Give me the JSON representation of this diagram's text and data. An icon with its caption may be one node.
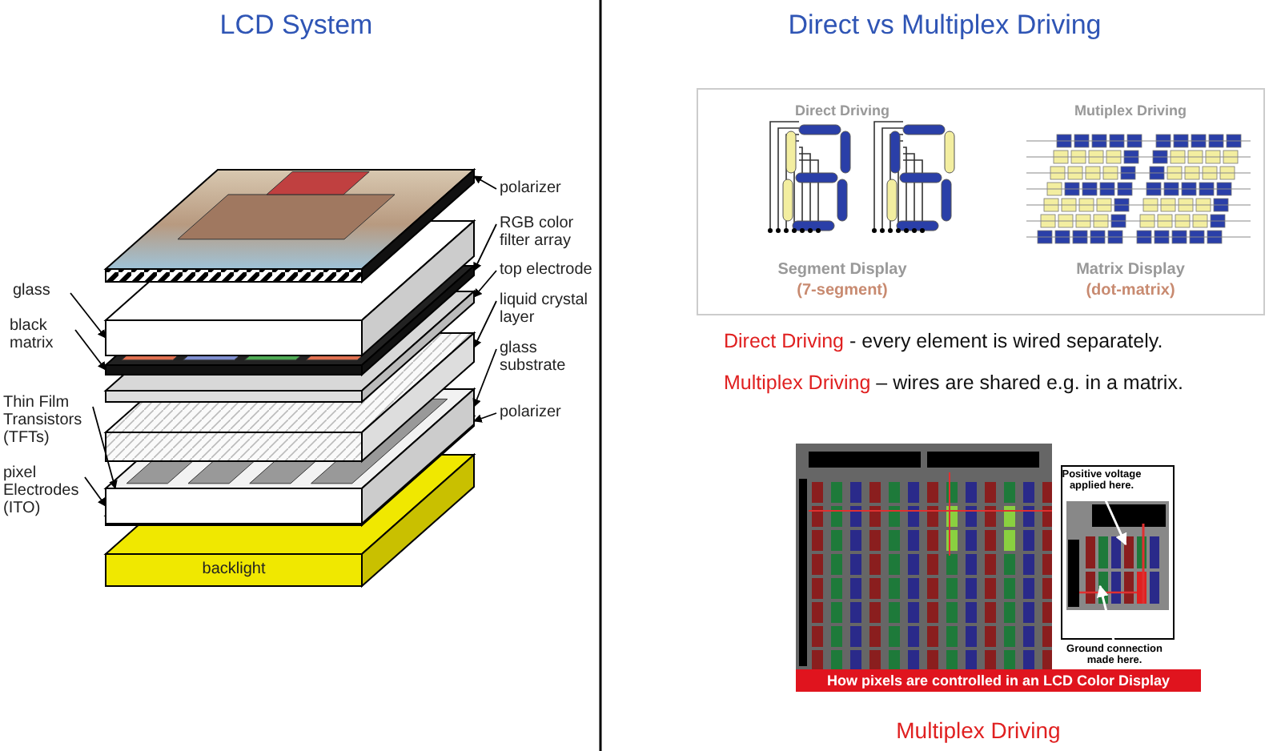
{
  "diagram": {
    "caption": "Multiplex Driving",
    "nodes": [
      {
        "text": [
          "polarizer"
        ]
      },
      {
        "text": [
          "RGB color filter array"
        ]
      },
      {
        "text": [
          "top electrode"
        ]
      },
      {
        "text": [
          "glass"
        ]
      },
      {
        "text": [
          "liquid crystal layer"
        ]
      },
      {
        "text": [
          "black matrix"
        ]
      },
      {
        "text": [
          "glass substrate"
        ]
      },
      {
        "text": [
          "Thin Film Transistors (TFTs)"
        ]
      },
      {
        "text": [
          "polarizer"
        ]
      },
      {
        "text": [
          "pixel Electrodes (ITO)"
        ]
      },
      {
        "text": [],
        "shape": "picture"
      },
      {
        "text": [],
        "shape": "box"
      },
      {
        "text": [],
        "shape": "box"
      },
      {
        "text": [],
        "shape": "box"
      },
      {
        "text": [],
        "shape": "box"
      },
      {
        "text": [],
        "shape": "box"
      },
      {
        "text": [],
        "shape": "box"
      },
      {
        "text": [
          "backlight"
        ]
      },
      {
        "text": [
          "Positive voltage applied here."
        ]
      },
      {
        "text": [
          "Ground connection made here."
        ]
      }
    ],
    "edges": [
      {
        "from": 0,
        "to": 10,
        "arrow": "to"
      },
      {
        "from": 1,
        "to": 12,
        "arrow": "to"
      },
      {
        "from": 2,
        "to": 13,
        "arrow": "to"
      },
      {
        "from": 3,
        "to": 11,
        "arrow": "to"
      },
      {
        "from": 4,
        "to": 14,
        "arrow": "to"
      },
      {
        "from": 5,
        "to": 12,
        "arrow": "to"
      },
      {
        "from": 6,
        "to": 15,
        "arrow": "to"
      },
      {
        "from": 7,
        "to": 15,
        "arrow": "to"
      },
      {
        "from": 8,
        "to": 16,
        "arrow": "to"
      },
      {
        "from": 9,
        "to": 15,
        "arrow": "to"
      },
      {
        "from": 18,
        "to": null,
        "arrow": "to",
        "color": "#ffffff"
      },
      {
        "from": 19,
        "to": null,
        "arrow": "to",
        "color": "#ffffff"
      }
    ],
    "labels": [
      "LCD System",
      "Direct vs Multiplex Driving",
      "Direct Driving",
      "Mutiplex Driving",
      "Segment Display",
      "(7-segment)",
      "Matrix Display",
      "(dot-matrix)",
      "Direct Driving - every element is wired separately.",
      "Multiplex Driving – wires are shared e.g. in a matrix.",
      "How pixels are controlled in an LCD Color Display"
    ]
  }
}
